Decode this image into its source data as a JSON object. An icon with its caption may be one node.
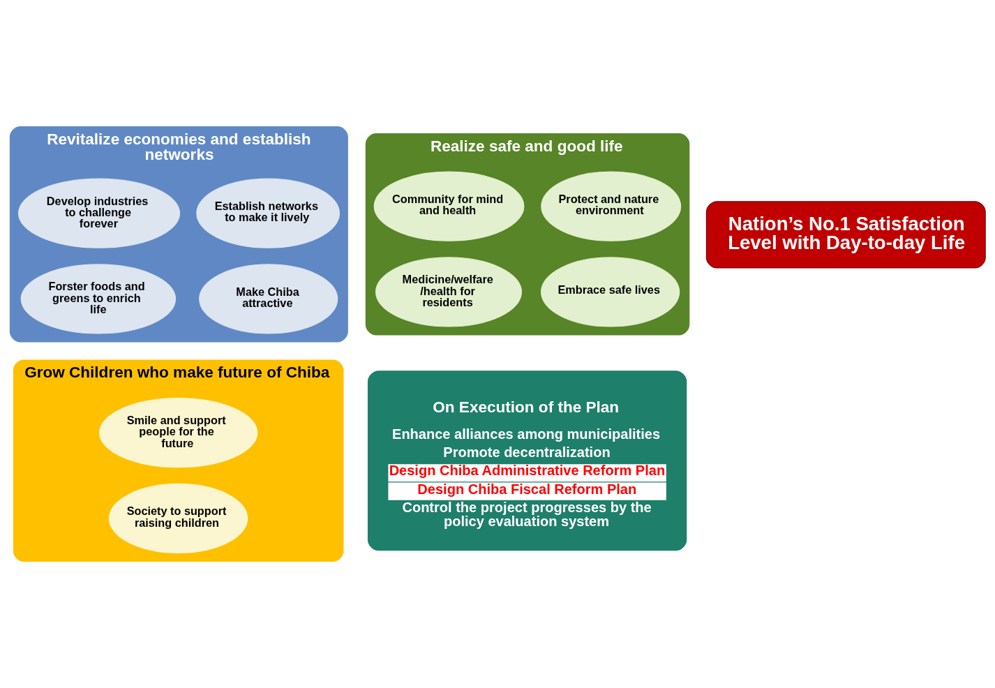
{
  "diagram": {
    "nodes": [
      {
        "text": [
          "On Execution of the Plan",
          "Enhance alliances among municipalities",
          "Promote decentralization",
          "Design Chiba Administrative Reform Plan",
          "Design Chiba Fiscal Reform Plan",
          "Control the project progresses by the policy evaluation system"
        ]
      },
      {
        "text": [
          "Realize safe and good life"
        ]
      },
      {
        "text": [
          "Embrace safe lives"
        ],
        "in": 1
      },
      {
        "text": [
          "Medicine/welfare /health for residents"
        ],
        "in": 1
      },
      {
        "text": [
          "Community for mind and health"
        ],
        "in": 1
      },
      {
        "text": [
          "Protect and nature environment"
        ],
        "in": 1
      },
      {
        "text": [
          "Nation’s No.1 Satisfaction Level with Day-to-day Life"
        ]
      },
      {
        "text": [
          "Grow Children who make future of Chiba"
        ]
      },
      {
        "text": [
          "Society to support raising children"
        ],
        "in": 7
      },
      {
        "text": [
          "Smile and support people for the future"
        ],
        "in": 7
      },
      {
        "text": [
          "Revitalize economies and establish networks"
        ]
      },
      {
        "text": [
          "Make Chiba attractive"
        ],
        "in": 10
      },
      {
        "text": [
          "Develop industries to challenge forever"
        ],
        "in": 10
      },
      {
        "text": [
          "Forster foods and greens to enrich life"
        ],
        "in": 10
      },
      {
        "text": [
          "Establish networks to make it lively"
        ],
        "in": 10
      }
    ],
    "edges": []
  }
}
